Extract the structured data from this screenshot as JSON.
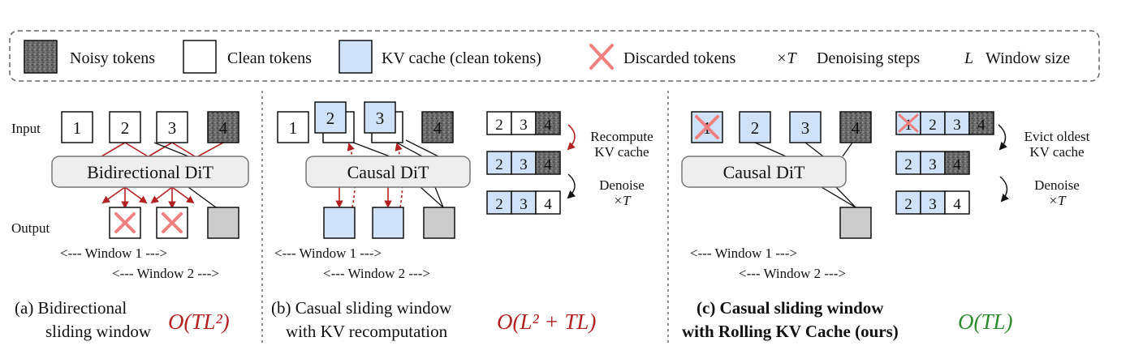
{
  "legend": {
    "noisy": "Noisy tokens",
    "clean": "Clean tokens",
    "kv": "KV cache (clean tokens)",
    "discarded": "Discarded tokens",
    "times_t": "×T",
    "denoising": "Denoising steps",
    "l_sym": "L",
    "window_size": "Window size"
  },
  "panel_a": {
    "input_label": "Input",
    "output_label": "Output",
    "tokens": [
      "1",
      "2",
      "3",
      "4"
    ],
    "model": "Bidirectional DiT",
    "window1": "<--- Window 1 --->",
    "window2": "<--- Window 2 --->",
    "caption_line1": "(a)  Bidirectional",
    "caption_line2": "sliding window",
    "complexity": "O(TL²)"
  },
  "panel_b": {
    "tokens": [
      "1",
      "2",
      "3",
      "4"
    ],
    "model": "Causal DiT",
    "window1": "<--- Window 1 --->",
    "window2": "<--- Window 2 --->",
    "strip_tokens": [
      "2",
      "3",
      "4"
    ],
    "step1_line1": "Recompute",
    "step1_line2": "KV cache",
    "step2_line1": "Denoise",
    "step2_line2": "×T",
    "caption_line1": "(b) Casual sliding window",
    "caption_line2": "with KV recomputation",
    "complexity": "O(L² + TL)"
  },
  "panel_c": {
    "tokens": [
      "1",
      "2",
      "3",
      "4"
    ],
    "model": "Causal DiT",
    "window1": "<--- Window 1 --->",
    "window2": "<--- Window 2 --->",
    "strip_tokens": [
      "1",
      "2",
      "3",
      "4"
    ],
    "strip2_tokens": [
      "2",
      "3",
      "4"
    ],
    "step1_line1": "Evict oldest",
    "step1_line2": "KV cache",
    "step2_line1": "Denoise",
    "step2_line2": "×T",
    "caption_line1": "(c) Casual sliding window",
    "caption_line2": "with Rolling KV Cache (ours)",
    "complexity": "O(TL)"
  },
  "colors": {
    "kv_fill": "#cfe2f8",
    "output_fill": "#cccccc",
    "red_arrow": "#b22222",
    "complexity_red": "#b22222",
    "complexity_green": "#2e8b2e",
    "discard_mark": "#f08080"
  }
}
